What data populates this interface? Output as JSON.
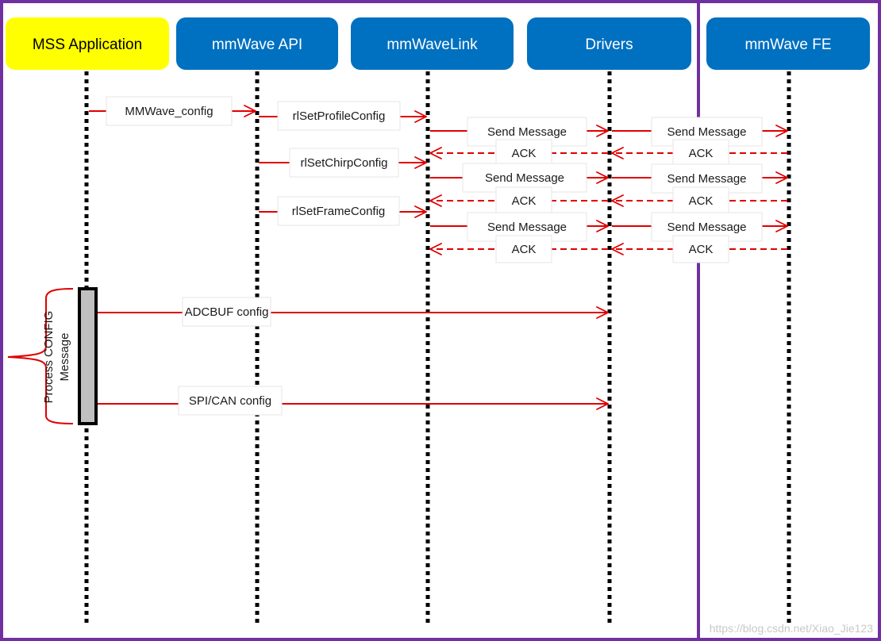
{
  "colors": {
    "frame": "#7030a0",
    "header_blue": "#0070c0",
    "header_yellow": "#ffff00",
    "arrow": "#e00000",
    "lifeline": "#000000",
    "activation_fill": "#c0c0c0"
  },
  "participants": [
    {
      "name": "MSS Application",
      "style": "yellow"
    },
    {
      "name": "mmWave API",
      "style": "blue"
    },
    {
      "name": "mmWaveLink",
      "style": "blue"
    },
    {
      "name": "Drivers",
      "style": "blue"
    },
    {
      "name": "mmWave FE",
      "style": "blue"
    }
  ],
  "messages": [
    {
      "from": 0,
      "to": 1,
      "label": "MMWave_config",
      "dashed": false
    },
    {
      "from": 1,
      "to": 2,
      "label": "rlSetProfileConfig",
      "dashed": false
    },
    {
      "from": 2,
      "to": 3,
      "label": "Send Message",
      "dashed": false
    },
    {
      "from": 3,
      "to": 4,
      "label": "Send Message",
      "dashed": false
    },
    {
      "from": 4,
      "to": 3,
      "label": "ACK",
      "dashed": true
    },
    {
      "from": 3,
      "to": 2,
      "label": "ACK",
      "dashed": true
    },
    {
      "from": 1,
      "to": 2,
      "label": "rlSetChirpConfig",
      "dashed": false
    },
    {
      "from": 2,
      "to": 3,
      "label": "Send Message",
      "dashed": false
    },
    {
      "from": 3,
      "to": 4,
      "label": "Send Message",
      "dashed": false
    },
    {
      "from": 4,
      "to": 3,
      "label": "ACK",
      "dashed": true
    },
    {
      "from": 3,
      "to": 2,
      "label": "ACK",
      "dashed": true
    },
    {
      "from": 1,
      "to": 2,
      "label": "rlSetFrameConfig",
      "dashed": false
    },
    {
      "from": 2,
      "to": 3,
      "label": "Send Message",
      "dashed": false
    },
    {
      "from": 3,
      "to": 4,
      "label": "Send Message",
      "dashed": false
    },
    {
      "from": 4,
      "to": 3,
      "label": "ACK",
      "dashed": true
    },
    {
      "from": 3,
      "to": 2,
      "label": "ACK",
      "dashed": true
    },
    {
      "from": 0,
      "to": 3,
      "label": "ADCBUF config",
      "dashed": false
    },
    {
      "from": 0,
      "to": 3,
      "label": "SPI/CAN config",
      "dashed": false
    }
  ],
  "activation": {
    "label_line1": "Process CONFIG",
    "label_line2": "Message"
  },
  "watermark": "https://blog.csdn.net/Xiao_Jie123"
}
